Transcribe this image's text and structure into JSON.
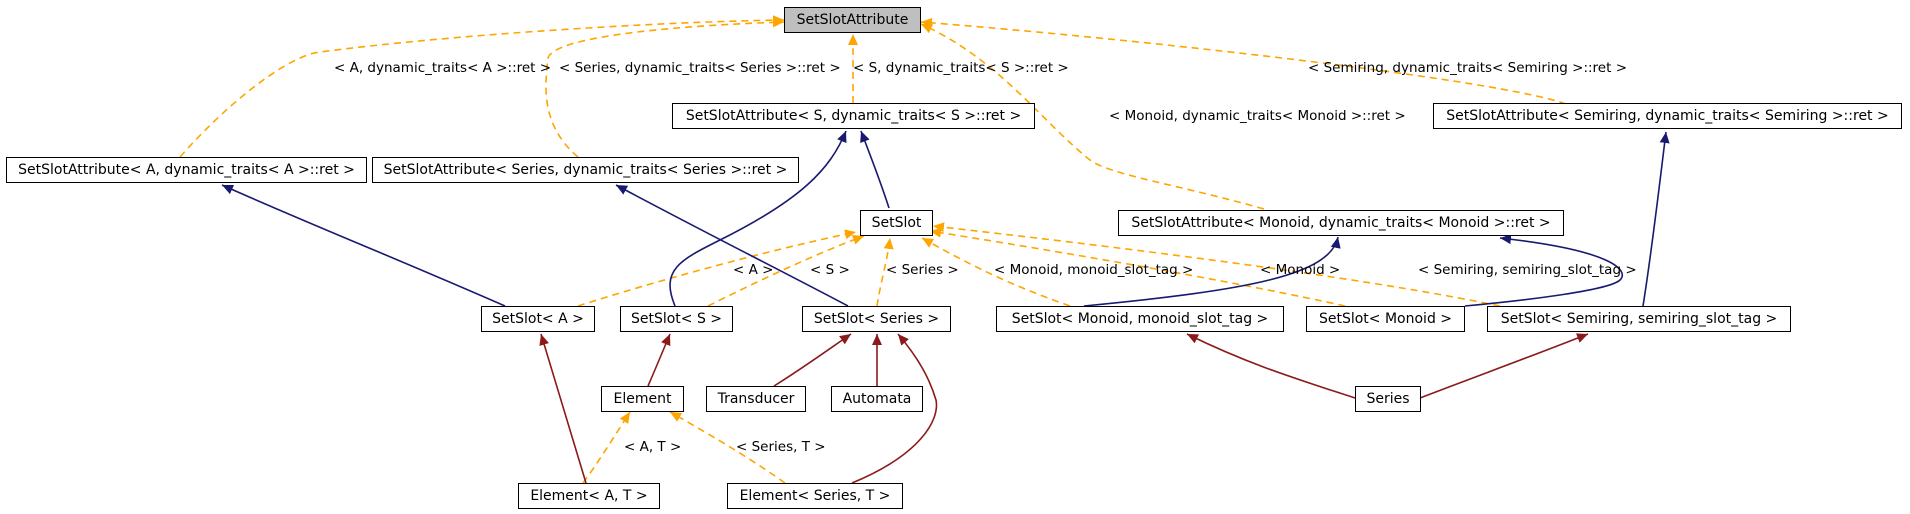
{
  "colors": {
    "template_edge": "#ffa500",
    "inherit_edge": "#191970",
    "use_edge": "#8b1a1a",
    "node_border": "#000000",
    "root_fill": "#bfbfbf"
  },
  "nodes": {
    "root": "SetSlotAttribute",
    "ssa_s": "SetSlotAttribute< S, dynamic_traits< S >::ret >",
    "ssa_semiring": "SetSlotAttribute< Semiring, dynamic_traits< Semiring >::ret >",
    "ssa_a": "SetSlotAttribute< A, dynamic_traits< A >::ret >",
    "ssa_series": "SetSlotAttribute< Series, dynamic_traits< Series >::ret >",
    "setslot": "SetSlot",
    "ssa_monoid": "SetSlotAttribute< Monoid, dynamic_traits< Monoid >::ret >",
    "ss_a": "SetSlot< A >",
    "ss_s": "SetSlot< S >",
    "ss_series": "SetSlot< Series >",
    "ss_monoid_tag": "SetSlot< Monoid, monoid_slot_tag >",
    "ss_monoid": "SetSlot< Monoid >",
    "ss_semiring_tag": "SetSlot< Semiring, semiring_slot_tag >",
    "element": "Element",
    "transducer": "Transducer",
    "automata": "Automata",
    "series": "Series",
    "element_a_t": "Element< A, T >",
    "element_series_t": "Element< Series, T >"
  },
  "edge_labels": {
    "a_dyn": "< A, dynamic_traits< A >::ret >",
    "series_dyn": "< Series, dynamic_traits< Series >::ret >",
    "s_dyn": "< S, dynamic_traits< S >::ret >",
    "semiring_dyn": "< Semiring, dynamic_traits< Semiring >::ret >",
    "monoid_dyn": "< Monoid, dynamic_traits< Monoid >::ret >",
    "a": "< A >",
    "s": "< S >",
    "series": "< Series >",
    "monoid_tag": "< Monoid, monoid_slot_tag >",
    "monoid": "< Monoid >",
    "semiring_tag": "< Semiring, semiring_slot_tag >",
    "a_t": "< A, T >",
    "series_t": "< Series, T >"
  }
}
